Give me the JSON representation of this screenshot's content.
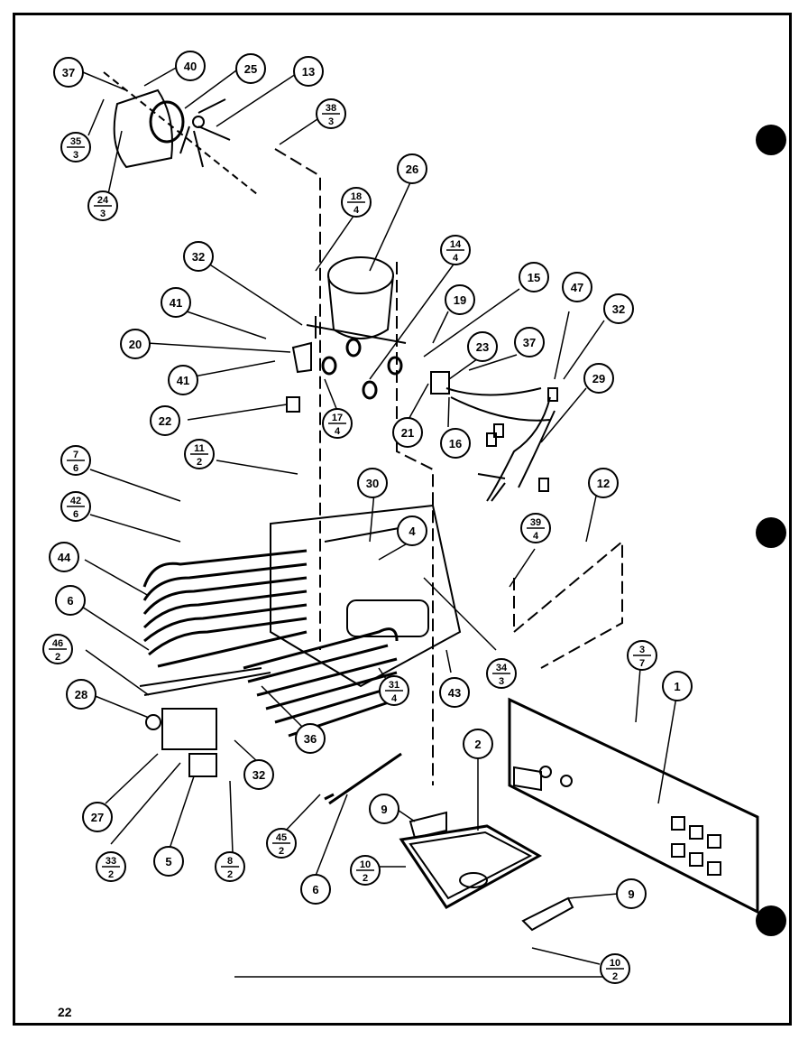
{
  "page_number": "22",
  "callouts": [
    {
      "id": "c37a",
      "num": "37"
    },
    {
      "id": "c40",
      "num": "40"
    },
    {
      "id": "c25",
      "num": "25"
    },
    {
      "id": "c13",
      "num": "13"
    },
    {
      "id": "c38-3",
      "num": "38",
      "den": "3"
    },
    {
      "id": "c35-3",
      "num": "35",
      "den": "3"
    },
    {
      "id": "c24-3",
      "num": "24",
      "den": "3"
    },
    {
      "id": "c26a",
      "num": "26"
    },
    {
      "id": "c18-4",
      "num": "18",
      "den": "4"
    },
    {
      "id": "c14-4",
      "num": "14",
      "den": "4"
    },
    {
      "id": "c32a",
      "num": "32"
    },
    {
      "id": "c41a",
      "num": "41"
    },
    {
      "id": "c19",
      "num": "19"
    },
    {
      "id": "c15",
      "num": "15"
    },
    {
      "id": "c47",
      "num": "47"
    },
    {
      "id": "c32b",
      "num": "32"
    },
    {
      "id": "c20",
      "num": "20"
    },
    {
      "id": "c23",
      "num": "23"
    },
    {
      "id": "c37b",
      "num": "37"
    },
    {
      "id": "c41b",
      "num": "41"
    },
    {
      "id": "c29",
      "num": "29"
    },
    {
      "id": "c22",
      "num": "22"
    },
    {
      "id": "c17-4",
      "num": "17",
      "den": "4"
    },
    {
      "id": "c21",
      "num": "21"
    },
    {
      "id": "c16",
      "num": "16"
    },
    {
      "id": "c11-2",
      "num": "11",
      "den": "2"
    },
    {
      "id": "c7-6",
      "num": "7",
      "den": "6"
    },
    {
      "id": "c30",
      "num": "30"
    },
    {
      "id": "c12",
      "num": "12"
    },
    {
      "id": "c42-6",
      "num": "42",
      "den": "6"
    },
    {
      "id": "c4",
      "num": "4"
    },
    {
      "id": "c39-4",
      "num": "39",
      "den": "4"
    },
    {
      "id": "c44",
      "num": "44"
    },
    {
      "id": "c6a",
      "num": "6"
    },
    {
      "id": "c46-2",
      "num": "46",
      "den": "2"
    },
    {
      "id": "c34-3",
      "num": "34",
      "den": "3"
    },
    {
      "id": "c43",
      "num": "43"
    },
    {
      "id": "c3-7",
      "num": "3",
      "den": "7"
    },
    {
      "id": "c1",
      "num": "1"
    },
    {
      "id": "c28",
      "num": "28"
    },
    {
      "id": "c31-4",
      "num": "31",
      "den": "4"
    },
    {
      "id": "c36",
      "num": "36"
    },
    {
      "id": "c2",
      "num": "2"
    },
    {
      "id": "c32c",
      "num": "32"
    },
    {
      "id": "c27",
      "num": "27"
    },
    {
      "id": "c9a",
      "num": "9"
    },
    {
      "id": "c33-2",
      "num": "33",
      "den": "2"
    },
    {
      "id": "c5",
      "num": "5"
    },
    {
      "id": "c8-2",
      "num": "8",
      "den": "2"
    },
    {
      "id": "c45-2",
      "num": "45",
      "den": "2"
    },
    {
      "id": "c10-2a",
      "num": "10",
      "den": "2"
    },
    {
      "id": "c6b",
      "num": "6"
    },
    {
      "id": "c9b",
      "num": "9"
    },
    {
      "id": "c10-2b",
      "num": "10",
      "den": "2"
    }
  ]
}
